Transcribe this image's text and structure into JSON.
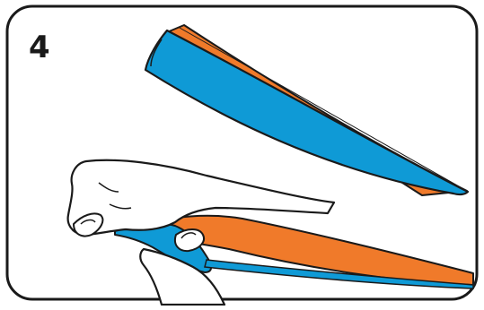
{
  "step": {
    "number": "4"
  },
  "colors": {
    "frame": "#1a1a1a",
    "background": "#ffffff",
    "mat_outer": "#0f9ad6",
    "mat_inner": "#f07a2a",
    "outline": "#1a1a1a",
    "skin": "#ffffff"
  },
  "icons": {
    "mat": "folded-yoga-mat-illustration",
    "hands": "hands-rolling-mat-illustration"
  }
}
